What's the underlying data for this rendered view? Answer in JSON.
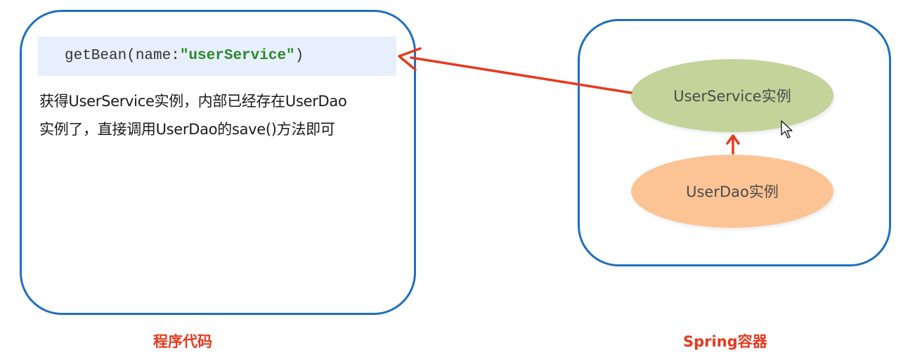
{
  "code": {
    "prefix": "getBean(name:",
    "string": "\"userService\"",
    "suffix": ")"
  },
  "description": {
    "line1": "获得UserService实例，内部已经存在UserDao",
    "line2": "实例了，直接调用UserDao的save()方法即可"
  },
  "container": {
    "user_service": "UserService实例",
    "user_dao": "UserDao实例"
  },
  "captions": {
    "program_code": "程序代码",
    "spring_container": "Spring容器"
  },
  "colors": {
    "panel_border": "#1e6fbf",
    "arrow": "#e6391e",
    "service_ellipse": "#c3d39a",
    "dao_ellipse": "#fcc495",
    "code_string": "#2a8a2a"
  },
  "icons": [
    "mouse-cursor-icon"
  ]
}
